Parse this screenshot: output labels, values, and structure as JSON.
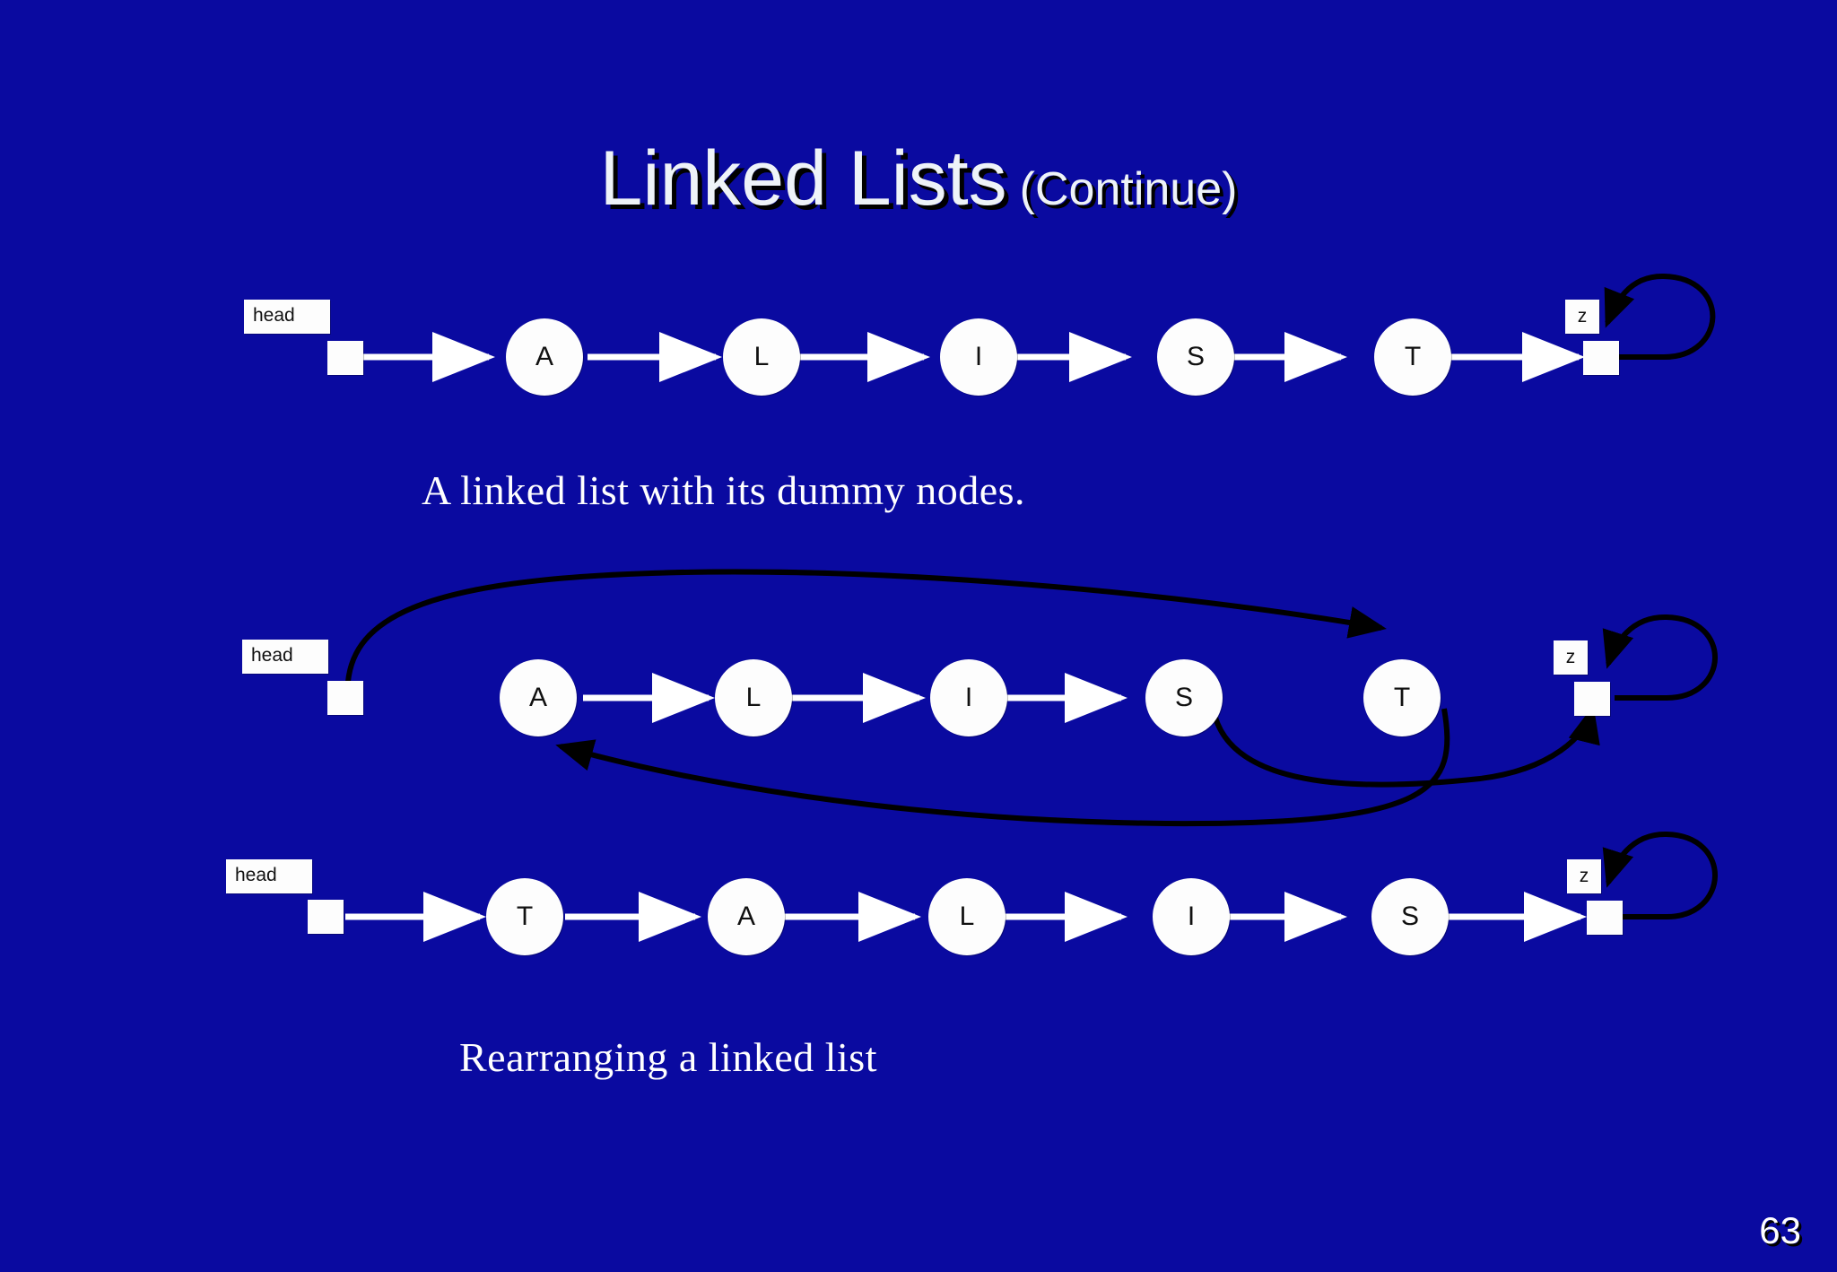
{
  "slide": {
    "background_color": "#0a0aa0",
    "title": {
      "main": "Linked Lists",
      "sub": "(Continue)"
    },
    "page_number": "63",
    "captions": {
      "first": "A linked list with its dummy nodes.",
      "second": "Rearranging a linked list"
    }
  },
  "diagrams": [
    {
      "id": "dummy-nodes-list",
      "head_label": "head",
      "tail_label": "z",
      "nodes": [
        "A",
        "L",
        "I",
        "S",
        "T"
      ],
      "link_color": "#ffffff",
      "self_loop": true
    },
    {
      "id": "rearranging-before",
      "head_label": "head",
      "tail_label": "z",
      "nodes": [
        "A",
        "L",
        "I",
        "S",
        "T"
      ],
      "link_color": "#ffffff",
      "rearrange_color": "#000000",
      "self_loop": true,
      "rearrange_links": [
        {
          "from": "head",
          "to": "T"
        },
        {
          "from": "T",
          "to": "A"
        },
        {
          "from": "S",
          "to": "z"
        }
      ]
    },
    {
      "id": "rearranging-after",
      "head_label": "head",
      "tail_label": "z",
      "nodes": [
        "T",
        "A",
        "L",
        "I",
        "S"
      ],
      "link_color": "#ffffff",
      "self_loop": true
    }
  ]
}
